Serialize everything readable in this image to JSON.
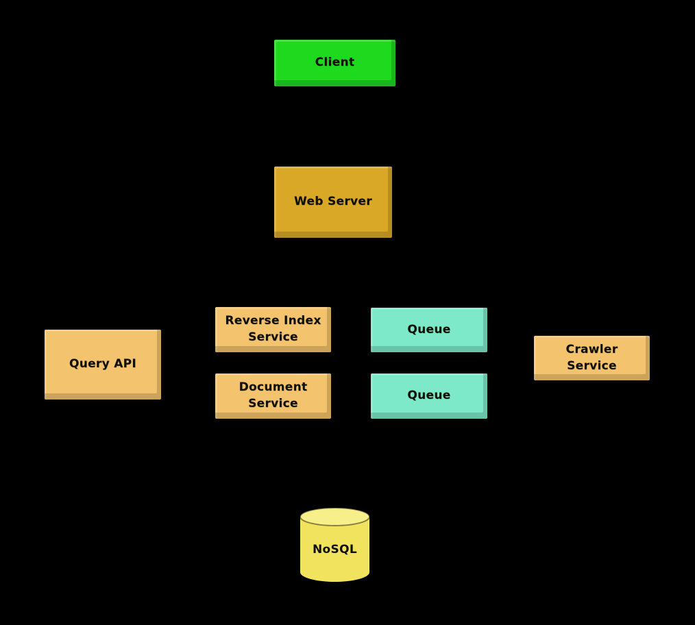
{
  "diagram": {
    "background_color": "#000000",
    "nodes": {
      "client": {
        "label": "Client",
        "color": "#1fd91f"
      },
      "web_server": {
        "label": "Web Server",
        "color": "#d9a827"
      },
      "reverse_index_service": {
        "label": "Reverse Index\nService",
        "color": "#f4c36d"
      },
      "queue_top": {
        "label": "Queue",
        "color": "#7de9c9"
      },
      "query_api": {
        "label": "Query API",
        "color": "#f4c36d"
      },
      "crawler_service": {
        "label": "Crawler\nService",
        "color": "#f4c36d"
      },
      "document_service": {
        "label": "Document\nService",
        "color": "#f4c36d"
      },
      "queue_bottom": {
        "label": "Queue",
        "color": "#7de9c9"
      },
      "nosql": {
        "label": "NoSQL",
        "color": "#f2e35f",
        "top_color": "#f7ef8a"
      }
    }
  }
}
